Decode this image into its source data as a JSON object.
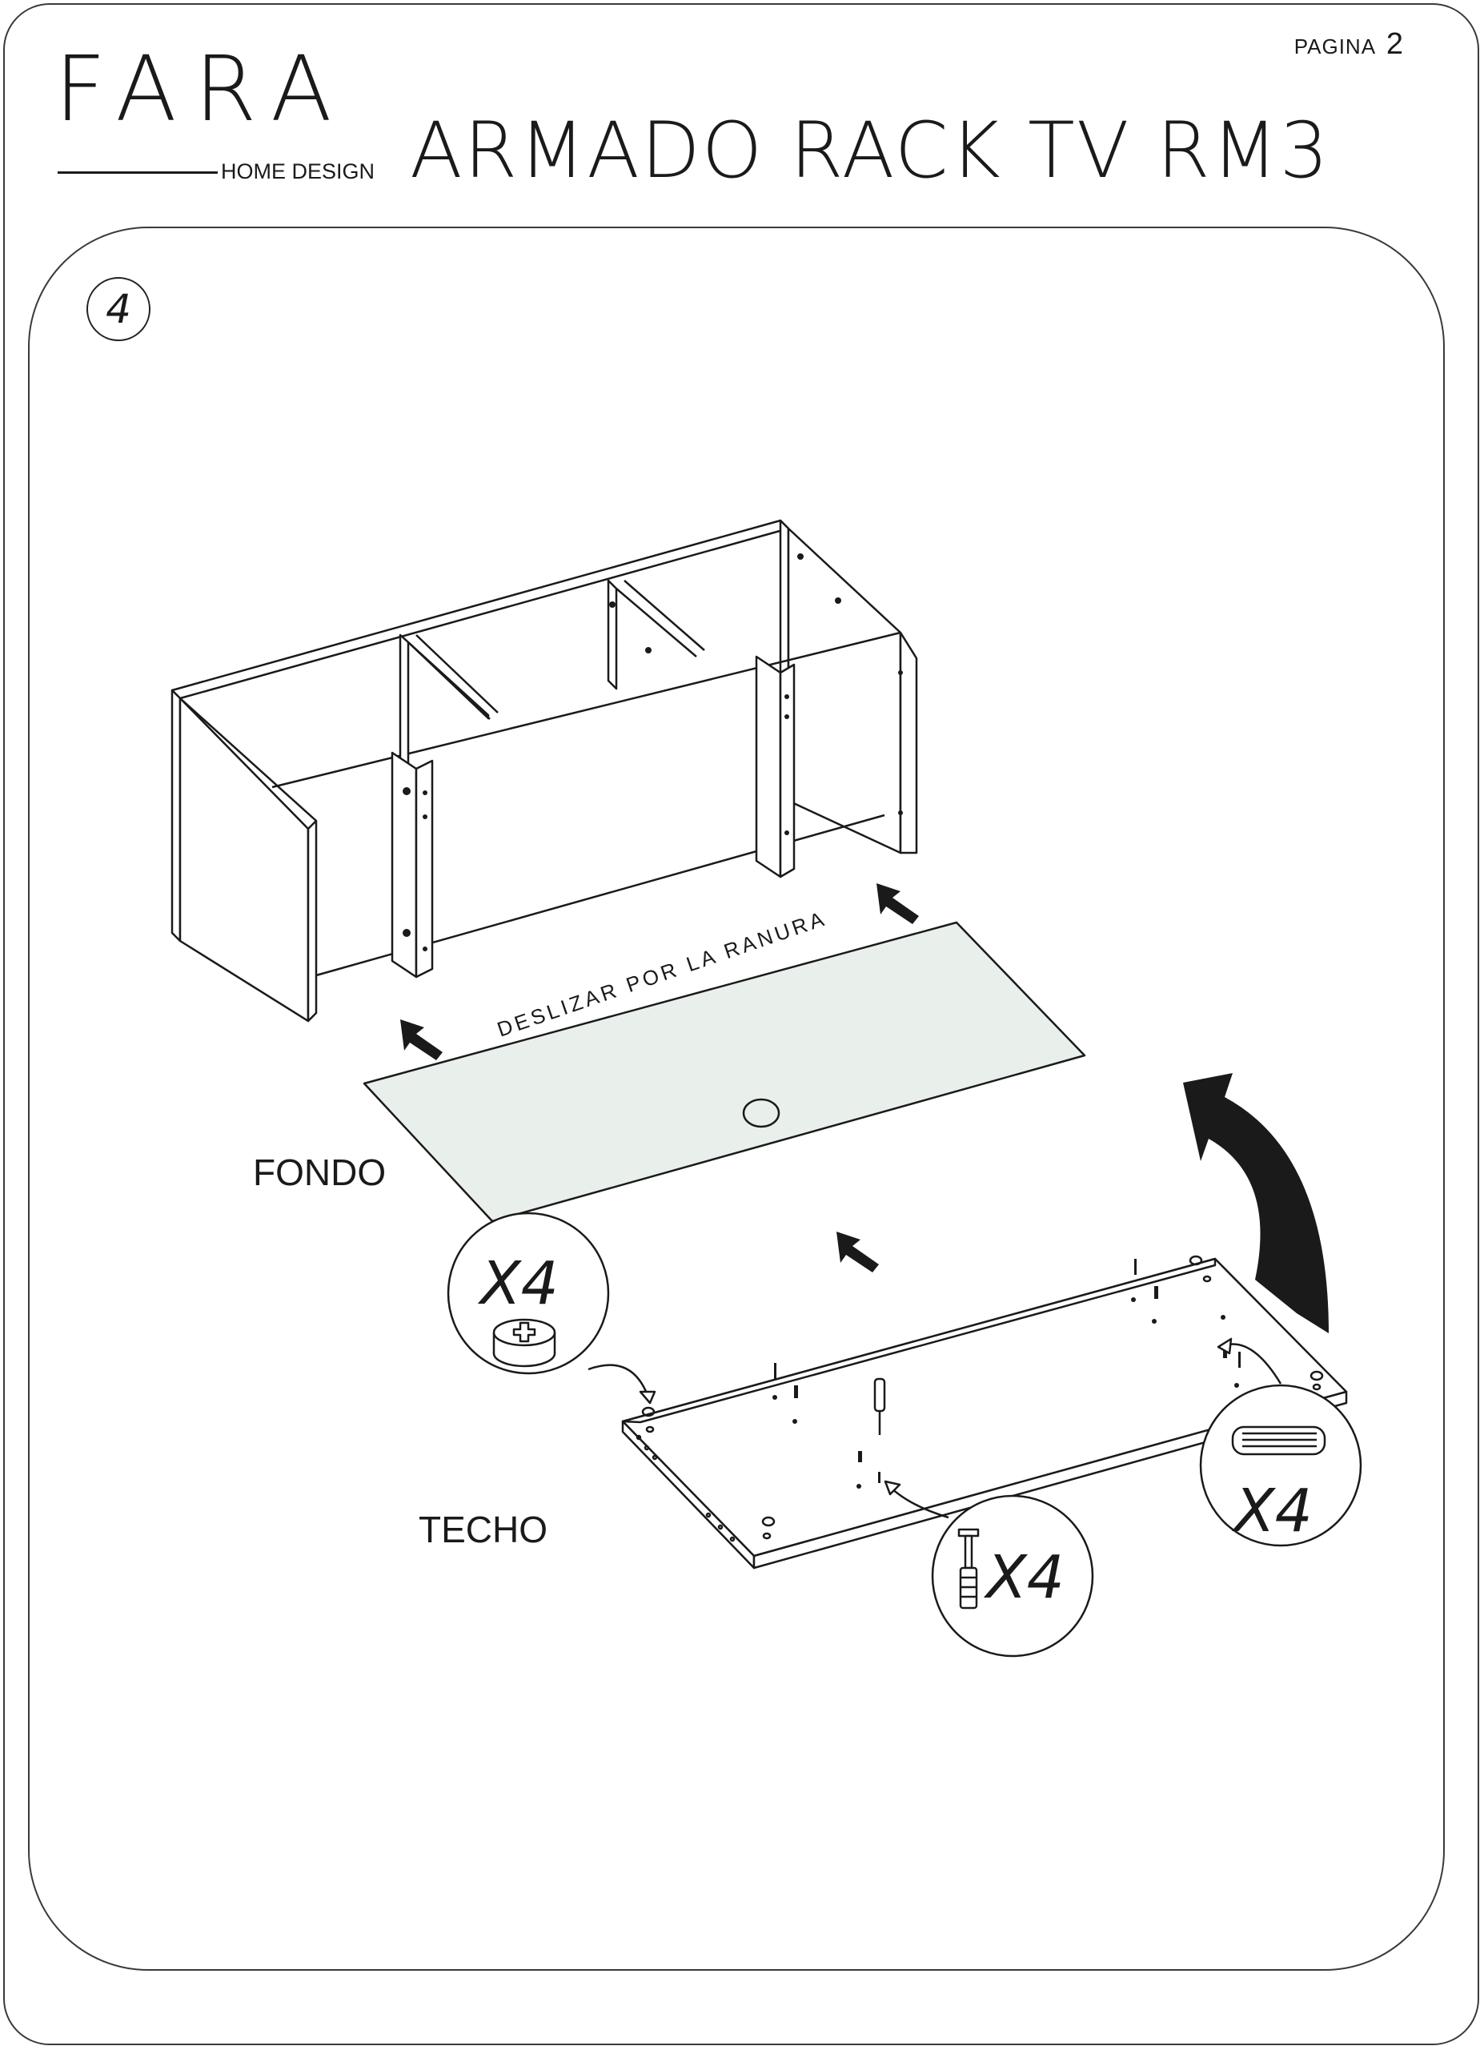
{
  "header": {
    "page_label": "PAGINA",
    "page_number": "2",
    "brand": "FARA",
    "brand_sub": "HOME DESIGN",
    "title": "ARMADO RACK TV RM3"
  },
  "step": {
    "number": "4"
  },
  "parts": {
    "back_panel": "FONDO",
    "top_panel": "TECHO",
    "slide_instruction": "DESLIZAR POR LA RANURA"
  },
  "hardware": {
    "cam_lock_qty": "X4",
    "cam_bolt_qty": "X4",
    "dowel_qty": "X4"
  },
  "icons": [
    "cam-lock-icon",
    "cam-bolt-icon",
    "wood-dowel-icon",
    "screwdriver-icon",
    "arrow-icon",
    "flip-arrow-icon"
  ],
  "colors": {
    "line": "#1a1a1a",
    "panel_tint": "#e9f0ec",
    "paper": "#ffffff"
  }
}
